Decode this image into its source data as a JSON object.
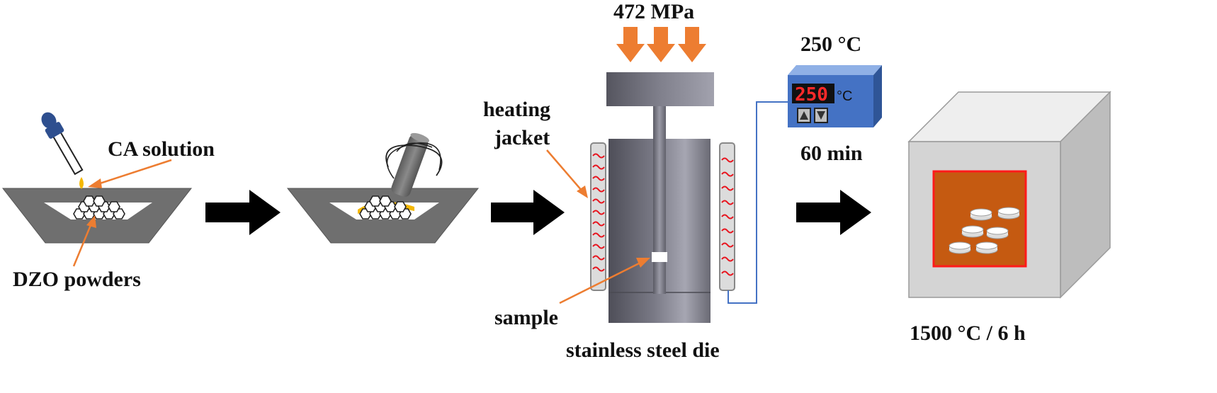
{
  "labels": {
    "pressure": "472 MPa",
    "temperature": "250 °C",
    "time": "60 min",
    "ca_solution": "CA solution",
    "dzo_powders": "DZO powders",
    "heating_jacket_line1": "heating",
    "heating_jacket_line2": "jacket",
    "sample": "sample",
    "die": "stainless steel die",
    "sintering": "1500 °C / 6 h"
  },
  "controller": {
    "display_value": "250",
    "unit": "°C"
  },
  "colors": {
    "arrow_orange": "#ed7d31",
    "bowl_gray": "#6f6f6f",
    "die_gray": "#6e6e78",
    "controller_blue": "#4472c4",
    "display_red": "#ff2a2a",
    "coil_red": "#e8141e",
    "furnace_gray": "#d4d4d4",
    "furnace_window": "#c55a11",
    "solution_yellow": "#f5b800",
    "dropper_blue": "#2e4f8f"
  }
}
